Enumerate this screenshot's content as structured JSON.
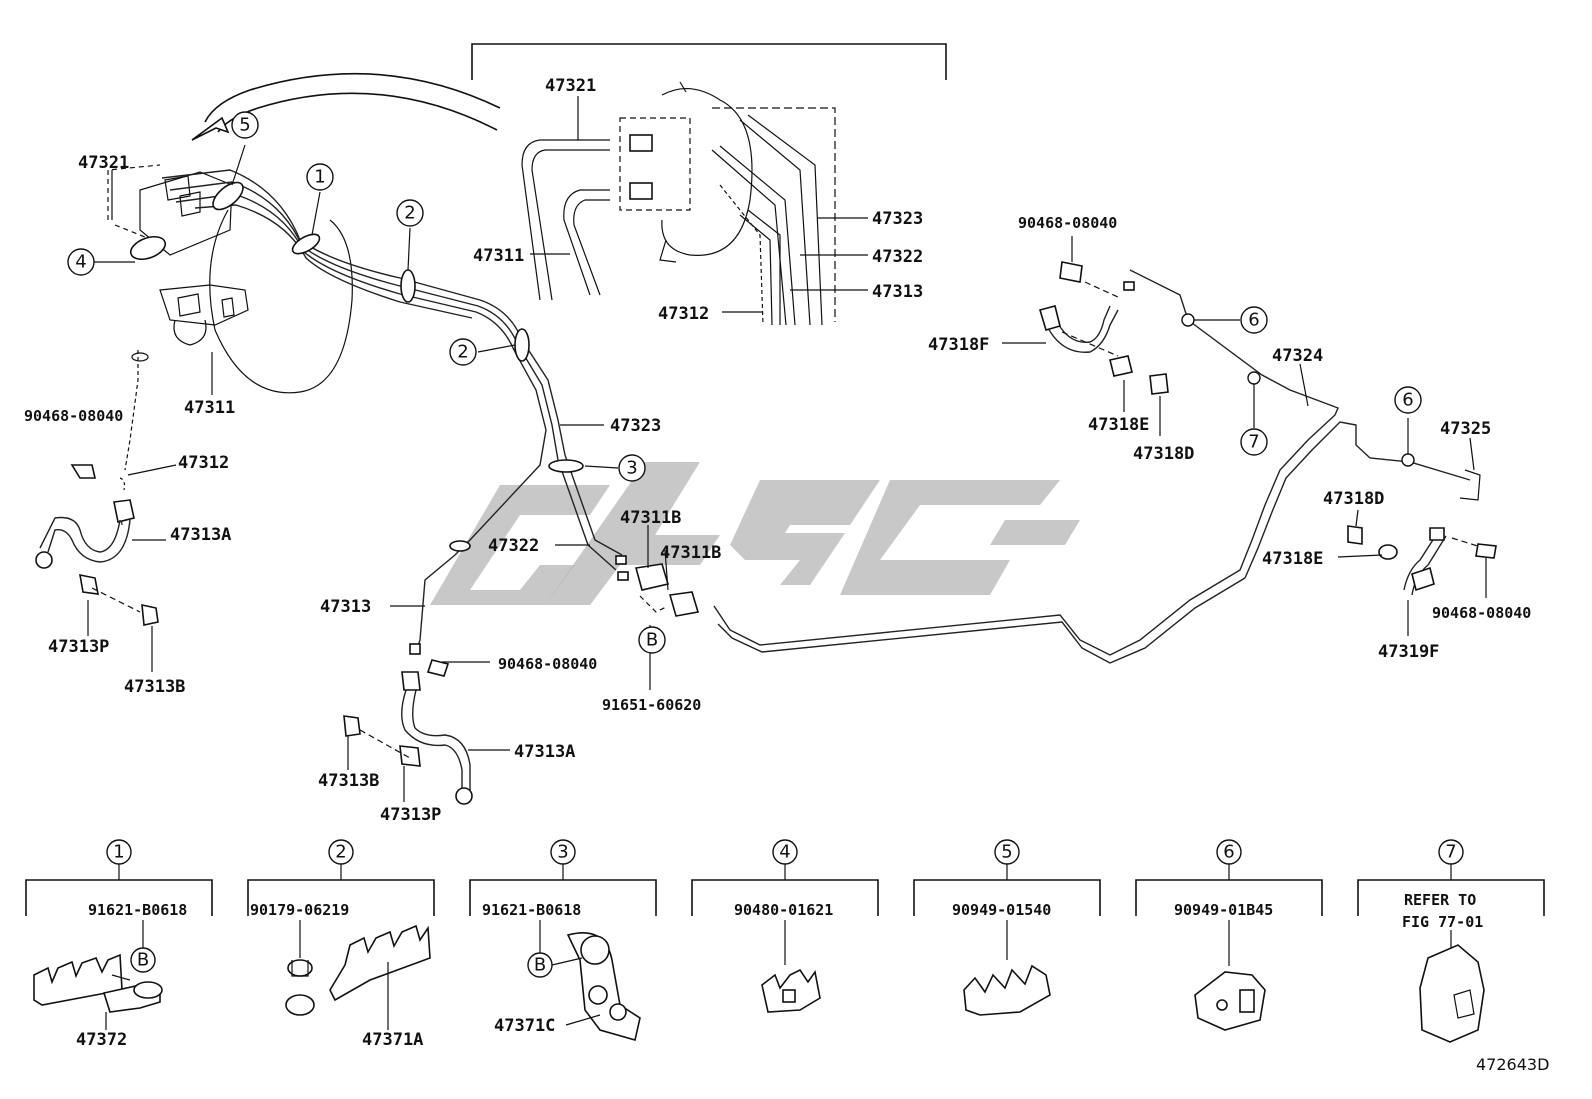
{
  "diagram_id": "472643D",
  "watermark": "GAGC",
  "main_labels": {
    "l47321_top": "47321",
    "l47321_left": "47321",
    "l47311_inset": "47311",
    "l47312_inset": "47312",
    "l47323_inset": "47323",
    "l47322_inset": "47322",
    "l47313_inset": "47313",
    "l47311_main": "47311",
    "l90468_left": "90468-08040",
    "l47312_main": "47312",
    "l47313A_left": "47313A",
    "l47313P_left": "47313P",
    "l47313B_left": "47313B",
    "l47323_main": "47323",
    "l47322_main": "47322",
    "l47313_main": "47313",
    "l47311B_a": "47311B",
    "l47311B_b": "47311B",
    "l90468_mid": "90468-08040",
    "l91651": "91651-60620",
    "l47313A_mid": "47313A",
    "l47313B_mid": "47313B",
    "l47313P_mid": "47313P",
    "l90468_rtop": "90468-08040",
    "l47318F": "47318F",
    "l47318E_a": "47318E",
    "l47318D_a": "47318D",
    "l47324": "47324",
    "l47325": "47325",
    "l47318D_b": "47318D",
    "l47318E_b": "47318E",
    "l90468_right": "90468-08040",
    "l47319F": "47319F"
  },
  "callouts": {
    "c1": "1",
    "c2a": "2",
    "c2b": "2",
    "c3": "3",
    "c4": "4",
    "c5": "5",
    "c6a": "6",
    "c6b": "6",
    "c7": "7",
    "cB": "B"
  },
  "legend": [
    {
      "num": "1",
      "code": "91621-B0618",
      "parts": [
        "47372"
      ],
      "has_b": true
    },
    {
      "num": "2",
      "code": "90179-06219",
      "parts": [
        "47371A"
      ],
      "has_b": false
    },
    {
      "num": "3",
      "code": "91621-B0618",
      "parts": [
        "47371C"
      ],
      "has_b": true
    },
    {
      "num": "4",
      "code": "90480-01621",
      "parts": [],
      "has_b": false
    },
    {
      "num": "5",
      "code": "90949-01540",
      "parts": [],
      "has_b": false
    },
    {
      "num": "6",
      "code": "90949-01B45",
      "parts": [],
      "has_b": false
    },
    {
      "num": "7",
      "code": "REFER TO",
      "code2": "FIG 77-01",
      "parts": [],
      "has_b": false
    }
  ],
  "legend_b": "B"
}
